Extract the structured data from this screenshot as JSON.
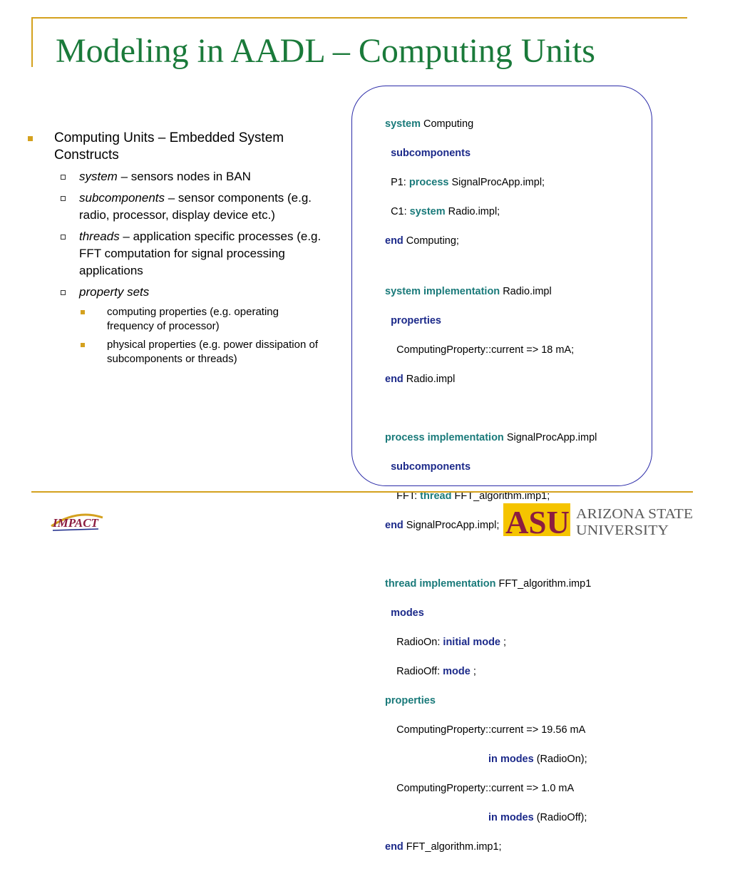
{
  "slide": {
    "title": "Modeling in AADL – Computing Units"
  },
  "bullets": {
    "main": "Computing Units – Embedded System Constructs",
    "sub": [
      {
        "term": "system",
        "rest": " – sensors nodes in BAN"
      },
      {
        "term": "subcomponents",
        "rest": " – sensor components (e.g. radio, processor, display device etc.)"
      },
      {
        "term": "threads",
        "rest": " – application specific processes (e.g. FFT computation for signal processing applications"
      },
      {
        "term": "property sets",
        "rest": ""
      }
    ],
    "subsub": [
      "computing properties (e.g. operating frequency of processor)",
      "physical properties (e.g. power dissipation of subcomponents or threads)"
    ]
  },
  "code": {
    "kw_system": "system",
    "kw_subcomponents": "subcomponents",
    "kw_process": "process",
    "kw_end": "end",
    "kw_system_impl": "system implementation",
    "kw_properties": "properties",
    "kw_process_impl": "process implementation",
    "kw_thread": "thread",
    "kw_thread_impl": "thread implementation",
    "kw_modes": "modes",
    "kw_initial_mode": "initial mode",
    "kw_mode": "mode",
    "kw_in_modes": "in modes",
    "t_computing": " Computing",
    "t_p1": "P1: ",
    "t_sigproc_impl": " SignalProcApp.impl;",
    "t_c1": "C1: ",
    "t_radio_impl_semi": " Radio.impl;",
    "t_computing_semi": " Computing;",
    "t_radio_impl": " Radio.impl",
    "t_prop_18": "ComputingProperty::current => 18 mA;",
    "t_sigproc_impl_nosemi": " SignalProcApp.impl",
    "t_fft": "FFT: ",
    "t_fft_alg_impl1_semi": " FFT_algorithm.imp1;",
    "t_sigproc_impl_end": " SignalProcApp.impl;",
    "t_fft_alg_impl1": " FFT_algorithm.imp1",
    "t_radioon": "RadioOn: ",
    "t_radiooff": "RadioOff: ",
    "t_semi": " ;",
    "t_prop_1956": "ComputingProperty::current => 19.56 mA",
    "t_radioon_paren": " (RadioOn);",
    "t_prop_10": "ComputingProperty::current => 1.0 mA",
    "t_radiooff_paren": " (RadioOff);",
    "t_fft_end": " FFT_algorithm.imp1;"
  },
  "logos": {
    "impact": "IMPACT",
    "asu_mark": "ASU",
    "asu_line1": "ARIZONA STATE",
    "asu_line2": "UNIVERSITY"
  },
  "colors": {
    "title": "#1a7a3a",
    "accent": "#d4a11e",
    "keyword_teal": "#1a7a7a",
    "keyword_navy": "#1c2a8a",
    "asu_maroon": "#8c1d40"
  }
}
